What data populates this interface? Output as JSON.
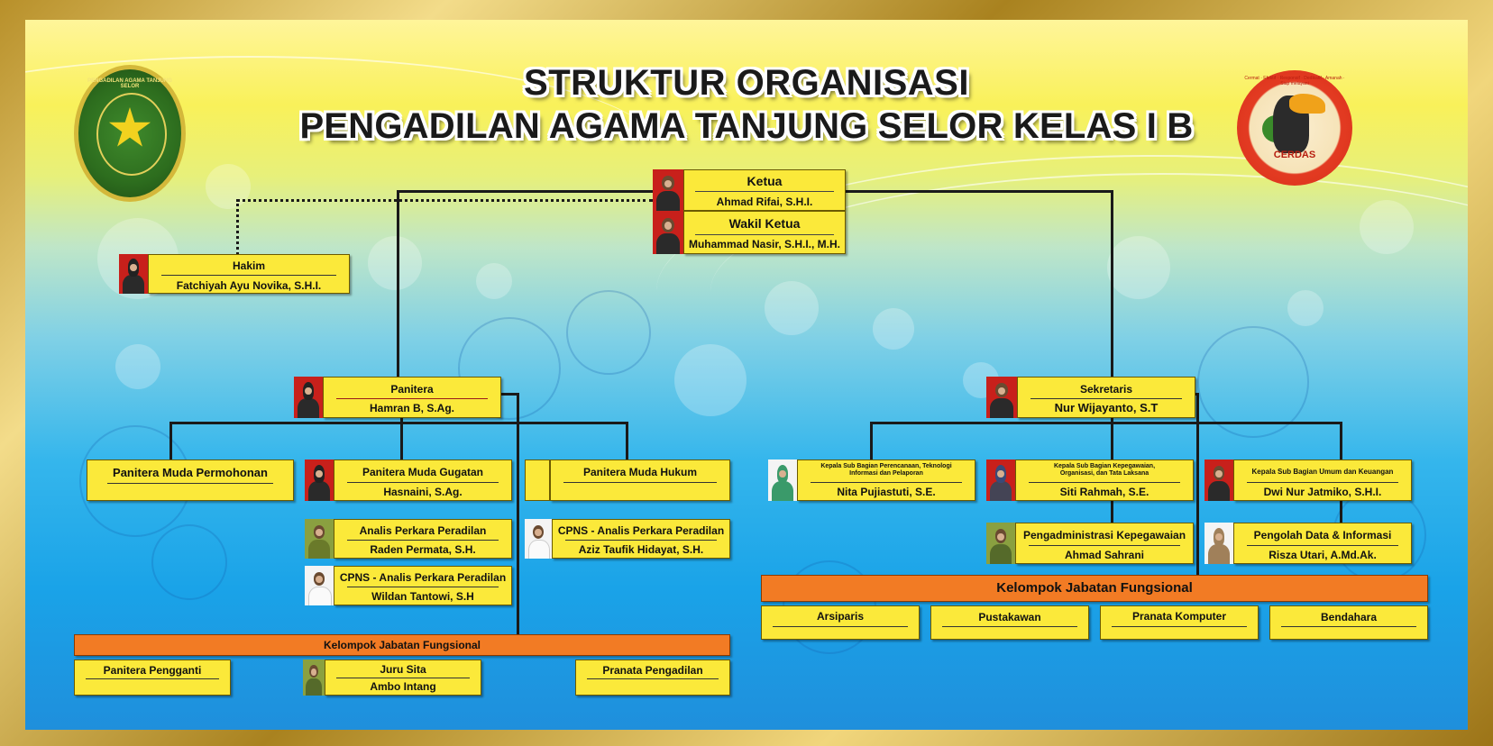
{
  "title": {
    "line1": "STRUKTUR ORGANISASI",
    "line2": "PENGADILAN AGAMA TANJUNG SELOR KELAS I B"
  },
  "logos": {
    "left": {
      "icon": "court-emblem-icon",
      "ring_text": "PENGADILAN AGAMA TANJUNG SELOR"
    },
    "right": {
      "icon": "hornbill-cerdas-icon",
      "label": "CERDAS",
      "ring_text": "Cermat · Efektif · Responsif · Dedikatif · Amanah · Siap melayani"
    }
  },
  "colors": {
    "box": "#fbe93a",
    "orange_bar": "#f27b24",
    "photo_red": "#c8201b"
  },
  "ketua": {
    "role": "Ketua",
    "name": "Ahmad Rifai, S.H.I."
  },
  "wakil": {
    "role": "Wakil Ketua",
    "name": "Muhammad Nasir, S.H.I., M.H."
  },
  "hakim": {
    "role": "Hakim",
    "name": "Fatchiyah Ayu Novika, S.H.I."
  },
  "panitera": {
    "role": "Panitera",
    "name": "Hamran B, S.Ag."
  },
  "sekretaris": {
    "role": "Sekretaris",
    "name": "Nur Wijayanto, S.T"
  },
  "pm_permohonan": {
    "role": "Panitera Muda Permohonan",
    "name": ""
  },
  "pm_gugatan": {
    "role": "Panitera Muda Gugatan",
    "name": "Hasnaini, S.Ag."
  },
  "pm_hukum": {
    "role": "Panitera Muda Hukum",
    "name": ""
  },
  "analis1": {
    "role": "Analis Perkara Peradilan",
    "name": "Raden Permata, S.H."
  },
  "analis2": {
    "role": "CPNS - Analis Perkara Peradilan",
    "name": "Wildan Tantowi, S.H"
  },
  "analis3": {
    "role": "CPNS - Analis Perkara Peradilan",
    "name": "Aziz Taufik Hidayat, S.H."
  },
  "kasub1": {
    "role": "Kepala Sub Bagian Perencanaan, Teknologi Informasi dan Pelaporan",
    "name": "Nita Pujiastuti, S.E."
  },
  "kasub2": {
    "role": "Kepala Sub Bagian Kepegawaian, Organisasi, dan Tata Laksana",
    "name": "Siti Rahmah, S.E."
  },
  "kasub3": {
    "role": "Kepala Sub Bagian Umum dan Keuangan",
    "name": "Dwi Nur Jatmiko, S.H.I."
  },
  "pengadm": {
    "role": "Pengadministrasi Kepegawaian",
    "name": "Ahmad Sahrani"
  },
  "pengolah": {
    "role": "Pengolah Data & Informasi",
    "name": "Risza Utari, A.Md.Ak."
  },
  "kjf_left": {
    "label": "Kelompok Jabatan Fungsional"
  },
  "kjf_right": {
    "label": "Kelompok Jabatan Fungsional"
  },
  "panitera_pengganti": {
    "role": "Panitera Pengganti"
  },
  "juru_sita": {
    "role": "Juru Sita",
    "name": "Ambo Intang"
  },
  "pranata_pengadilan": {
    "role": "Pranata Pengadilan"
  },
  "arsiparis": {
    "role": "Arsiparis"
  },
  "pustakawan": {
    "role": "Pustakawan"
  },
  "pranata_komputer": {
    "role": "Pranata Komputer"
  },
  "bendahara": {
    "role": "Bendahara"
  }
}
